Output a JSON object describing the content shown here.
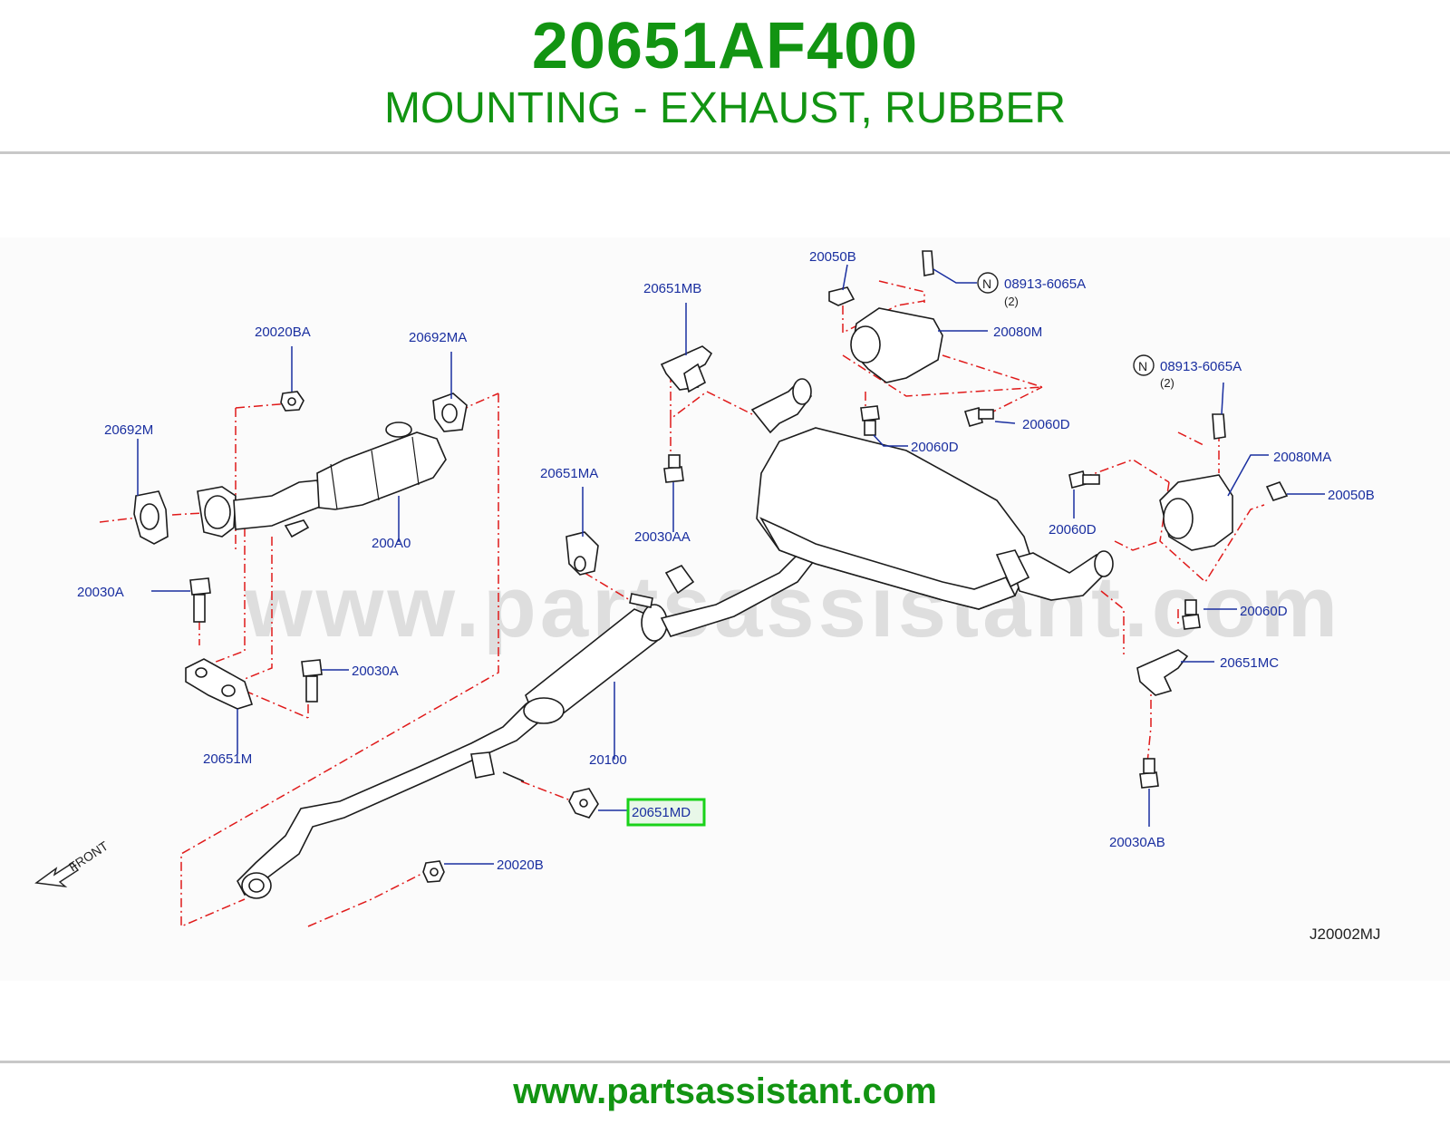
{
  "header": {
    "part_number": "20651AF400",
    "description": "MOUNTING - EXHAUST, RUBBER"
  },
  "diagram": {
    "watermark": "www.partsassistant.com",
    "diagram_code": "J20002MJ",
    "front_label": "FRONT",
    "highlighted_part": "20651MD",
    "colors": {
      "title_green": "#129412",
      "label_blue": "#1a2fa0",
      "dash_red": "#e01a1a",
      "highlight_green": "#19d219"
    },
    "labels": {
      "l20020BA": "20020BA",
      "l20692MA": "20692MA",
      "l20692M": "20692M",
      "l200A0": "200A0",
      "l20030A_1": "20030A",
      "l20030A_2": "20030A",
      "l20651M": "20651M",
      "l20651MB": "20651MB",
      "l20651MA": "20651MA",
      "l20030AA": "20030AA",
      "l20100": "20100",
      "l20651MD": "20651MD",
      "l20020B": "20020B",
      "l20050B_1": "20050B",
      "l08913_1": "08913-6065A",
      "l08913_1_qty": "(2)",
      "l20080M": "20080M",
      "l20060D_1": "20060D",
      "l20060D_2": "20060D",
      "l08913_2": "08913-6065A",
      "l08913_2_qty": "(2)",
      "l20080MA": "20080MA",
      "l20050B_2": "20050B",
      "l20060D_3": "20060D",
      "l20060D_4": "20060D",
      "l20651MC": "20651MC",
      "l20030AB": "20030AB",
      "n_marker_1": "N",
      "n_marker_2": "N"
    }
  },
  "footer": {
    "url": "www.partsassistant.com"
  }
}
